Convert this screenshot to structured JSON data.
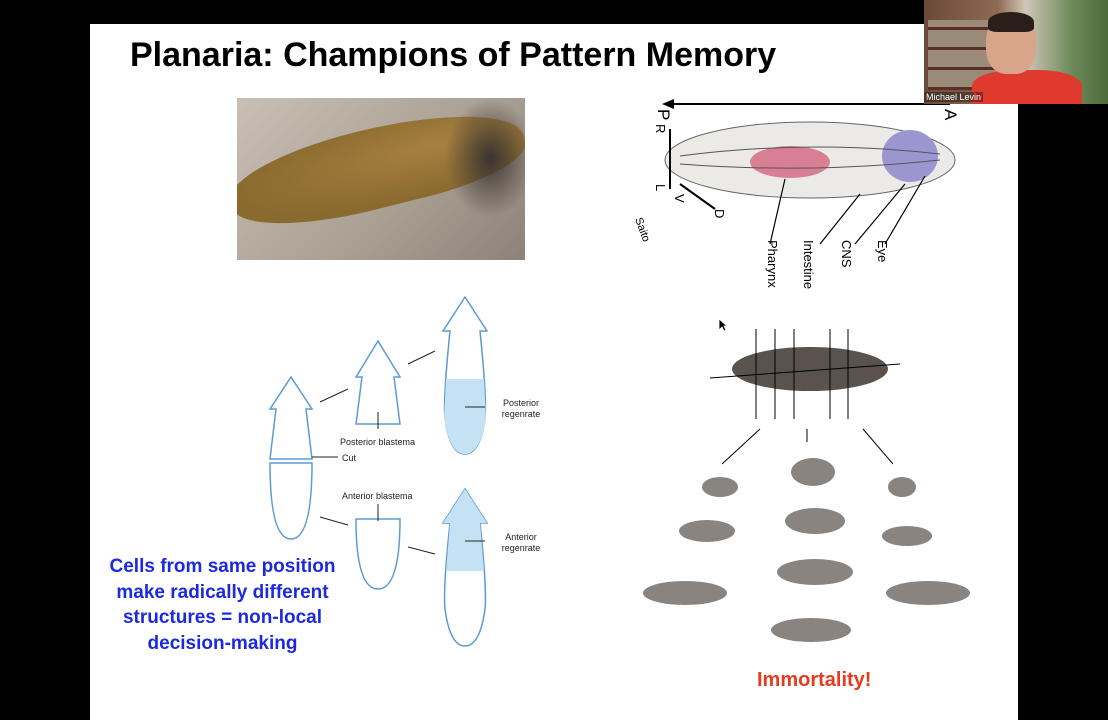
{
  "slide": {
    "title": "Planaria: Champions of Pattern Memory",
    "anatomy": {
      "axis_labels": [
        "P",
        "A",
        "R",
        "L",
        "V",
        "D"
      ],
      "parts": [
        "Pharynx",
        "Intestine",
        "CNS",
        "Eye"
      ],
      "credit": "Saito"
    },
    "regeneration": {
      "cut": "Cut",
      "posterior_blastema": "Posterior blastema",
      "anterior_blastema": "Anterior blastema",
      "posterior_regenrate": "Posterior regenrate",
      "anterior_regenrate": "Anterior regenrate"
    },
    "caption": "Cells from same position make radically different structures = non-local decision-making",
    "immortality": "Immortality!"
  },
  "video": {
    "participant_name": "Michael Levin"
  },
  "colors": {
    "caption": "#1b2ae0",
    "immortality": "#e83a1c",
    "diagram_blue": "#5b9bd5"
  }
}
